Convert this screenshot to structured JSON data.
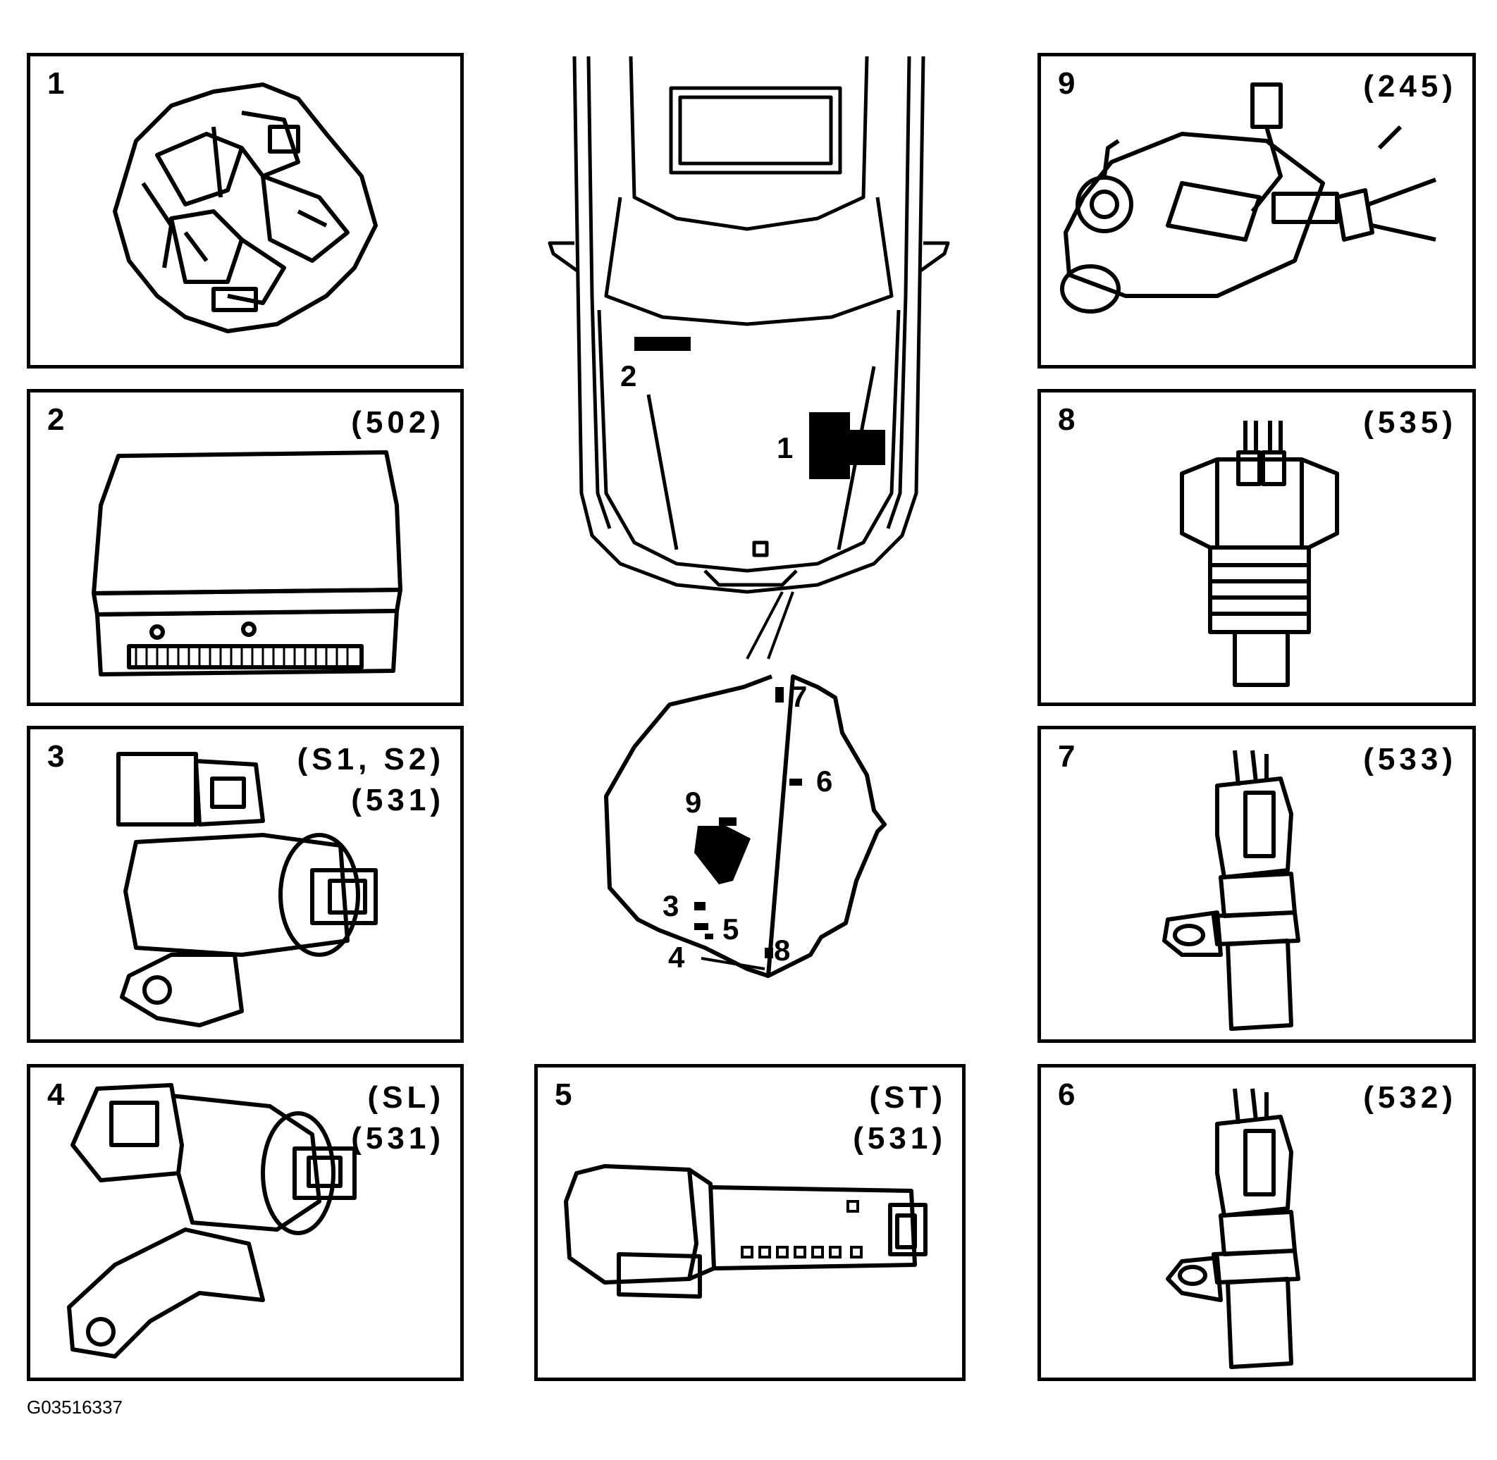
{
  "figure_id": "G03516337",
  "panels": [
    {
      "num": "1",
      "code": "",
      "code2": "",
      "part": "transmission"
    },
    {
      "num": "2",
      "code": "(502)",
      "code2": "",
      "part": "control-module"
    },
    {
      "num": "3",
      "code": "(S1, S2)",
      "code2": "(531)",
      "part": "shift-solenoid"
    },
    {
      "num": "4",
      "code": "(SL)",
      "code2": "(531)",
      "part": "lockup-solenoid"
    },
    {
      "num": "5",
      "code": "(ST)",
      "code2": "(531)",
      "part": "timing-solenoid"
    },
    {
      "num": "6",
      "code": "(532)",
      "code2": "",
      "part": "speed-sensor"
    },
    {
      "num": "7",
      "code": "(533)",
      "code2": "",
      "part": "speed-sensor"
    },
    {
      "num": "8",
      "code": "(535)",
      "code2": "",
      "part": "temperature-sensor"
    },
    {
      "num": "9",
      "code": "(245)",
      "code2": "",
      "part": "range-switch"
    }
  ],
  "callouts": {
    "car": [
      "1",
      "2"
    ],
    "transmission": [
      "7",
      "6",
      "9",
      "3",
      "5",
      "4",
      "8"
    ]
  }
}
